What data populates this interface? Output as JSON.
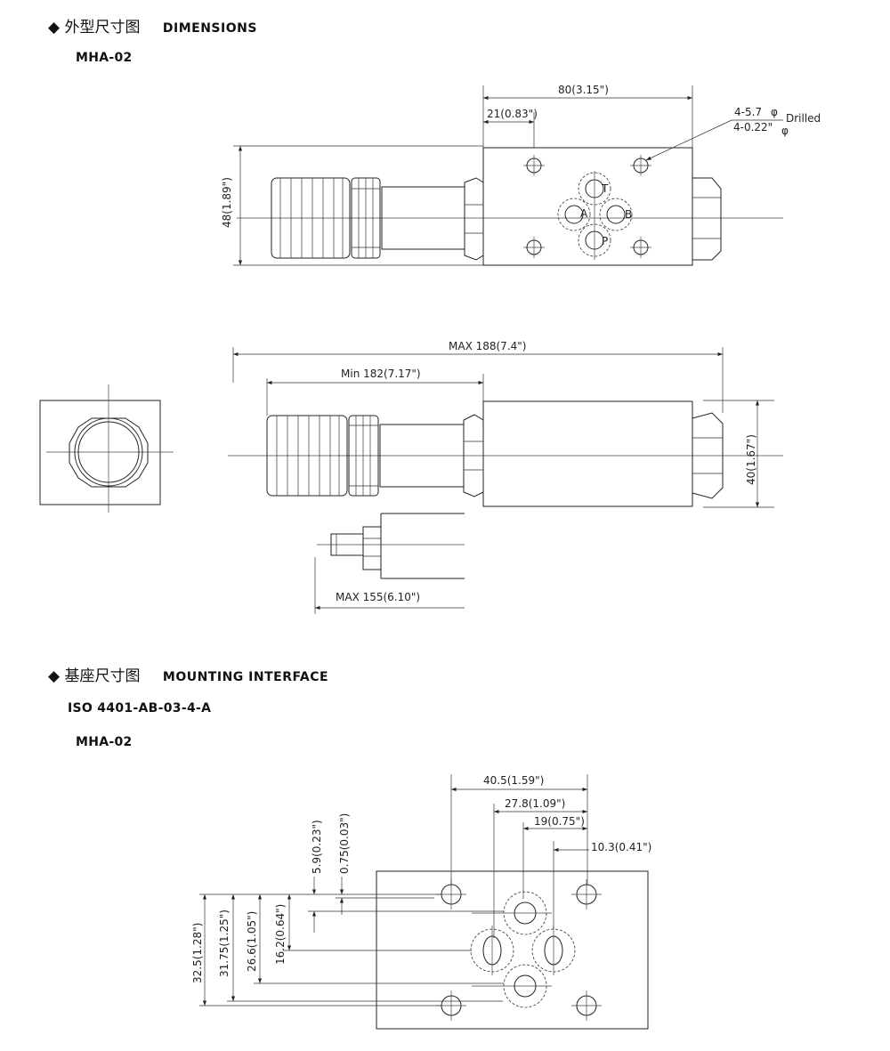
{
  "section1": {
    "diamond": "◆",
    "title_cn": "外型尺寸图",
    "title_en": "DIMENSIONS",
    "model": "MHA-02"
  },
  "section2": {
    "diamond": "◆",
    "title_cn": "基座尺寸图",
    "title_en": "MOUNTING INTERFACE",
    "standard": "ISO 4401-AB-03-4-A",
    "model": "MHA-02"
  },
  "top_view": {
    "dim_length": "80(3.15\")",
    "dim_offset": "21(0.83\")",
    "dim_height": "48(1.89\")",
    "hole_note_1": "4-5.7",
    "hole_note_2": "4-0.22\"",
    "phi": "φ",
    "drilled": "Drilled",
    "port_t": "T",
    "port_a": "A",
    "port_b": "B",
    "port_p": "P"
  },
  "side_view": {
    "dim_max": "MAX 188(7.4\")",
    "dim_min": "Min 182(7.17\")",
    "dim_height": "40(1.67\")",
    "dim_max_alt": "MAX 155(6.10\")"
  },
  "mounting": {
    "h_40_5": "40.5(1.59\")",
    "h_27_8": "27.8(1.09\")",
    "h_19": "19(0.75\")",
    "h_10_3": "10.3(0.41\")",
    "v_5_9": "5.9(0.23\")",
    "v_0_75": "0.75(0.03\")",
    "v_32_5": "32.5(1.28\")",
    "v_31_75": "31.75(1.25\")",
    "v_26_6": "26.6(1.05\")",
    "v_16_2": "16.2(0.64\")"
  }
}
